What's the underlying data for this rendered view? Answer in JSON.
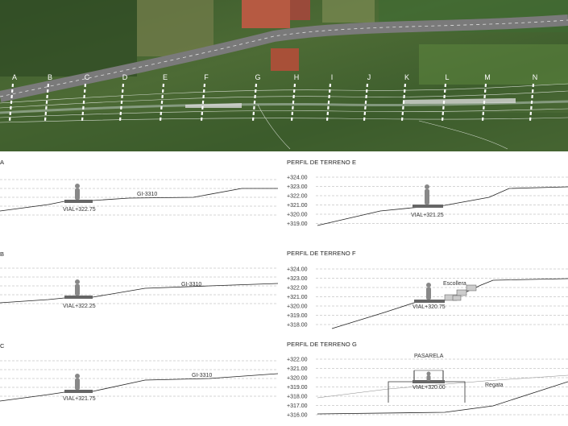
{
  "map": {
    "sections": [
      "A",
      "B",
      "C",
      "D",
      "E",
      "F",
      "G",
      "H",
      "I",
      "J",
      "K",
      "L",
      "M",
      "N"
    ]
  },
  "profiles_left": [
    {
      "id": "A",
      "title": "A",
      "vial": "VIAL+322.75",
      "road": "GI-3310"
    },
    {
      "id": "B",
      "title": "B",
      "vial": "VIAL+322.25",
      "road": "GI-3310"
    },
    {
      "id": "C",
      "title": "C",
      "vial": "VIAL+321.75",
      "road": "GI-3310"
    }
  ],
  "profiles_right": [
    {
      "id": "E",
      "title": "PERFIL DE TERRENO E",
      "vial": "VIAL+321.25",
      "elevations": [
        "+324.00",
        "+323.00",
        "+322.00",
        "+321.00",
        "+320.00",
        "+319.00"
      ]
    },
    {
      "id": "F",
      "title": "PERFIL DE TERRENO F",
      "vial": "VIAL+320.75",
      "note": "Escollera",
      "elevations": [
        "+324.00",
        "+323.00",
        "+322.00",
        "+321.00",
        "+320.00",
        "+319.00",
        "+318.00"
      ]
    },
    {
      "id": "G",
      "title": "PERFIL DE TERRENO G",
      "vial": "VIAL+320.00",
      "note": "PASARELA",
      "stream": "Regata",
      "elevations": [
        "+322.00",
        "+321.00",
        "+320.00",
        "+319.00",
        "+318.00",
        "+317.00",
        "+316.00"
      ]
    }
  ]
}
